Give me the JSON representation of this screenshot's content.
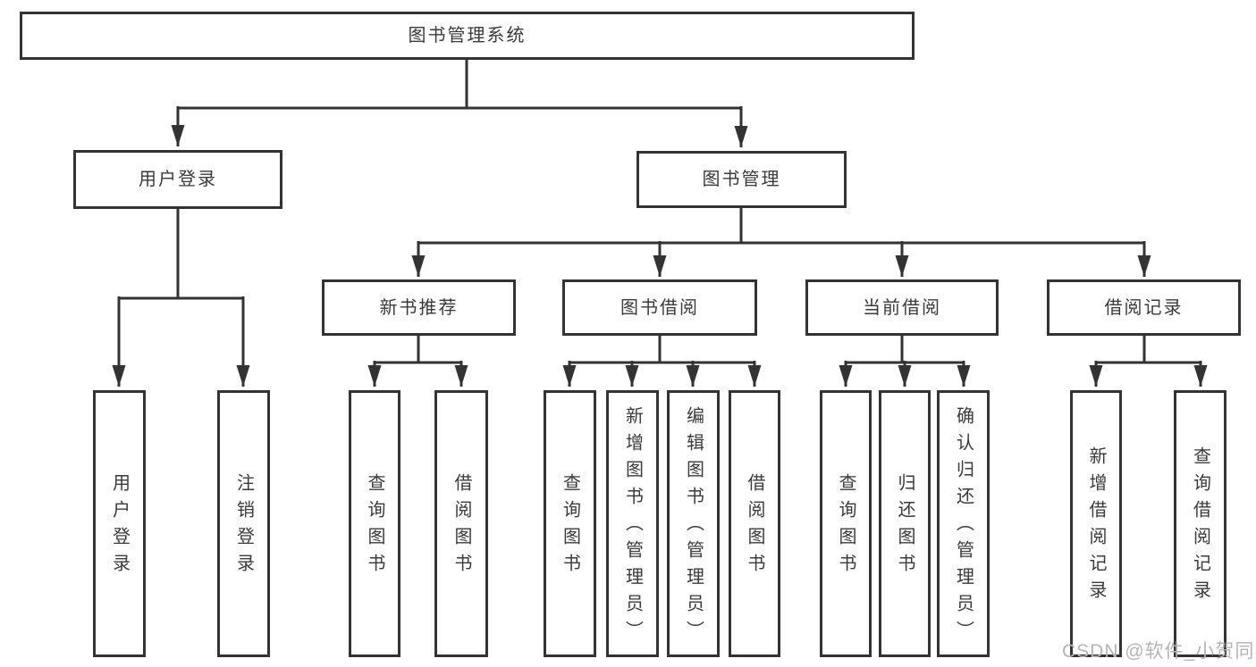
{
  "diagram": {
    "root": {
      "label": "图书管理系统",
      "children": [
        {
          "label": "用户登录",
          "children": [
            {
              "label": "用户登录"
            },
            {
              "label": "注销登录"
            }
          ]
        },
        {
          "label": "图书管理",
          "children": [
            {
              "label": "新书推荐",
              "children": [
                {
                  "label": "查询图书"
                },
                {
                  "label": "借阅图书"
                }
              ]
            },
            {
              "label": "图书借阅",
              "children": [
                {
                  "label": "查询图书"
                },
                {
                  "label": "新增图书（管理员）"
                },
                {
                  "label": "编辑图书（管理员）"
                },
                {
                  "label": "借阅图书"
                }
              ]
            },
            {
              "label": "当前借阅",
              "children": [
                {
                  "label": "查询图书"
                },
                {
                  "label": "归还图书"
                },
                {
                  "label": "确认归还（管理员）"
                }
              ]
            },
            {
              "label": "借阅记录",
              "children": [
                {
                  "label": "新增借阅记录"
                },
                {
                  "label": "查询借阅记录"
                }
              ]
            }
          ]
        }
      ]
    }
  },
  "watermark": {
    "text": "CSDN @软件_小贺同学"
  },
  "colors": {
    "line": "#333333",
    "text": "#3a3a3a",
    "watermark": "#b5b5b5",
    "background": "#ffffff"
  }
}
